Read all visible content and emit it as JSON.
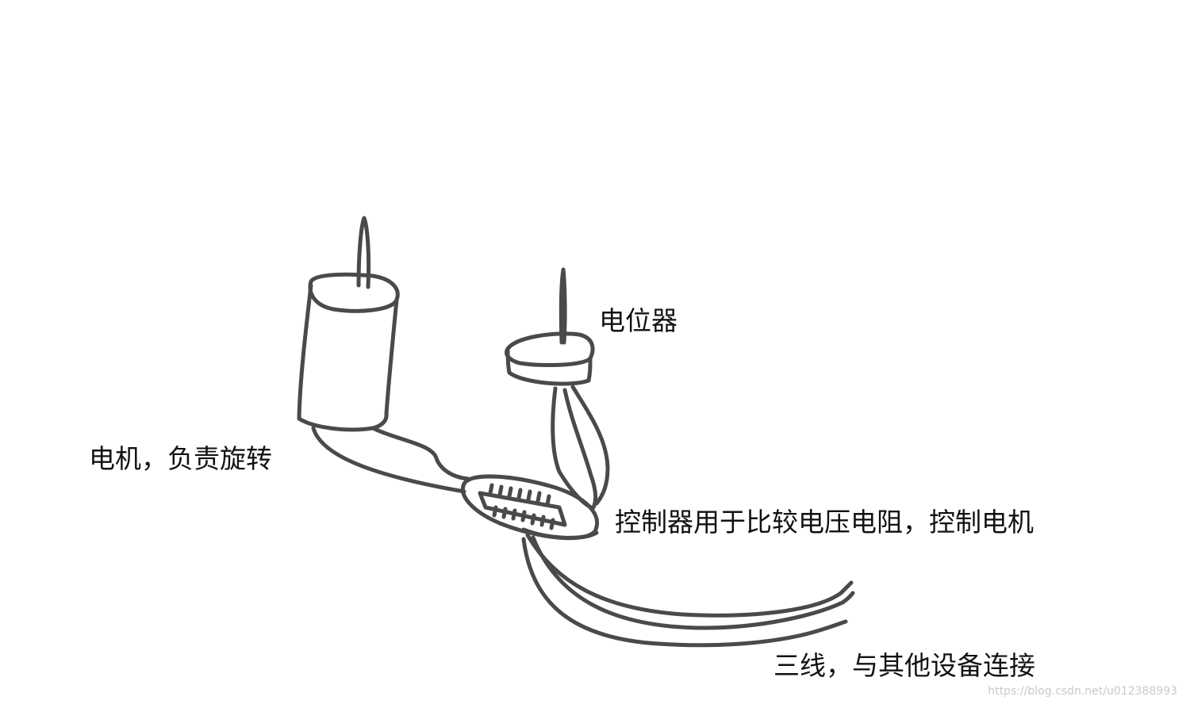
{
  "labels": {
    "potentiometer": "电位器",
    "motor": "电机，负责旋转",
    "controller": "控制器用于比较电压电阻，控制电机",
    "wires": "三线，与其他设备连接"
  },
  "watermark": "https://blog.csdn.net/u012388993",
  "colors": {
    "stroke": "#4a4a4a",
    "text": "#111111",
    "background": "#ffffff"
  }
}
